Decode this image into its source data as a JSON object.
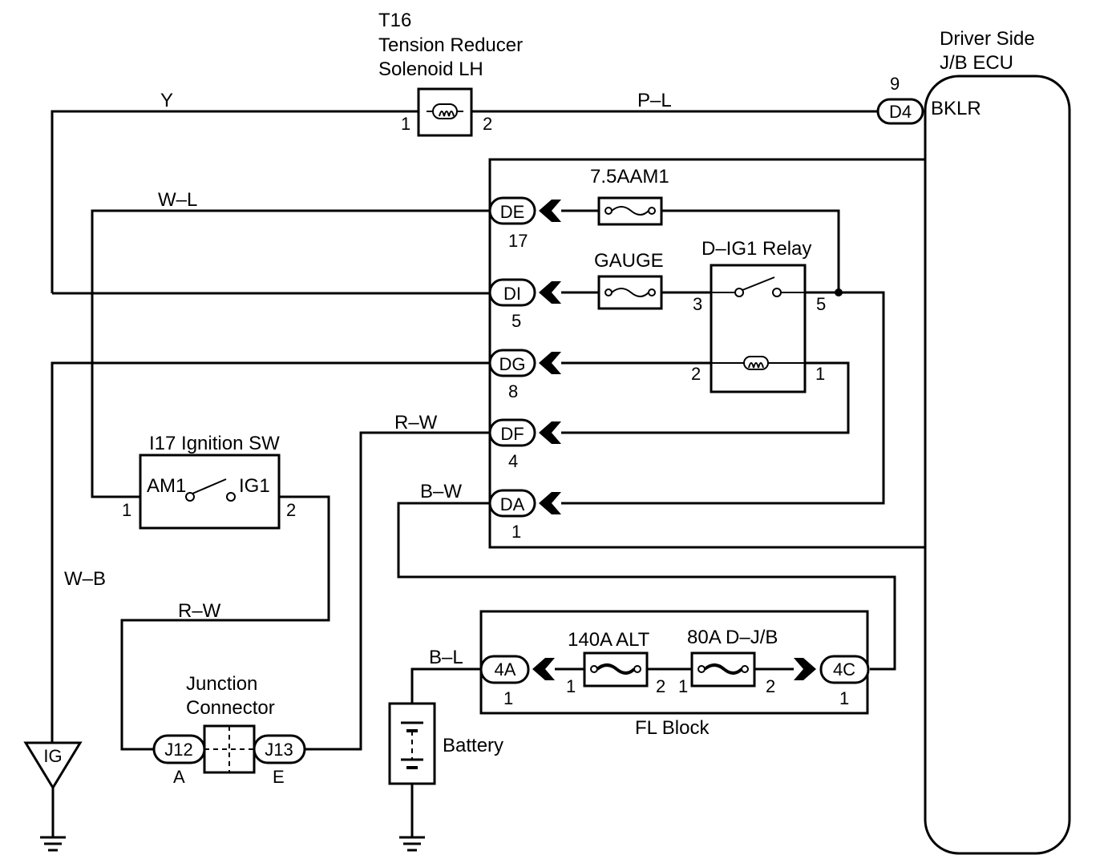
{
  "components": {
    "solenoid": {
      "id": "T16",
      "name_line1": "Tension Reducer",
      "name_line2": "Solenoid LH",
      "pin1": "1",
      "pin2": "2"
    },
    "ecu": {
      "name_line1": "Driver Side",
      "name_line2": "J/B ECU",
      "terminal": "BKLR",
      "connector": "D4",
      "pin": "9"
    },
    "junction_block_connectors": [
      {
        "code": "DE",
        "pin": "17"
      },
      {
        "code": "DI",
        "pin": "5"
      },
      {
        "code": "DG",
        "pin": "8"
      },
      {
        "code": "DF",
        "pin": "4"
      },
      {
        "code": "DA",
        "pin": "1"
      }
    ],
    "fuses": {
      "am1": "7.5AAM1",
      "gauge": "GAUGE"
    },
    "relay": {
      "name": "D–IG1 Relay",
      "pin3": "3",
      "pin5": "5",
      "pin2": "2",
      "pin1": "1"
    },
    "ignition_switch": {
      "name": "I17 Ignition SW",
      "term_am1": "AM1",
      "term_ig1": "IG1",
      "pin1": "1",
      "pin2": "2"
    },
    "junction_connector": {
      "line1": "Junction",
      "line2": "Connector",
      "left_code": "J12",
      "left_pin": "A",
      "right_code": "J13",
      "right_pin": "E"
    },
    "ground_ig": "IG",
    "battery": "Battery",
    "fl_block": {
      "name": "FL Block",
      "fuse1": "140A ALT",
      "fuse2": "80A D–J/B",
      "left_connector": "4A",
      "right_connector": "4C",
      "left_pin": "1",
      "right_pin": "1",
      "fuse1_pin1": "1",
      "fuse1_pin2": "2",
      "fuse2_pin1": "1",
      "fuse2_pin2": "2"
    }
  },
  "wire_colors": {
    "y": "Y",
    "pl": "P–L",
    "wl": "W–L",
    "rw_top": "R–W",
    "bw": "B–W",
    "wb": "W–B",
    "rw_bottom": "R–W",
    "bl": "B–L"
  }
}
